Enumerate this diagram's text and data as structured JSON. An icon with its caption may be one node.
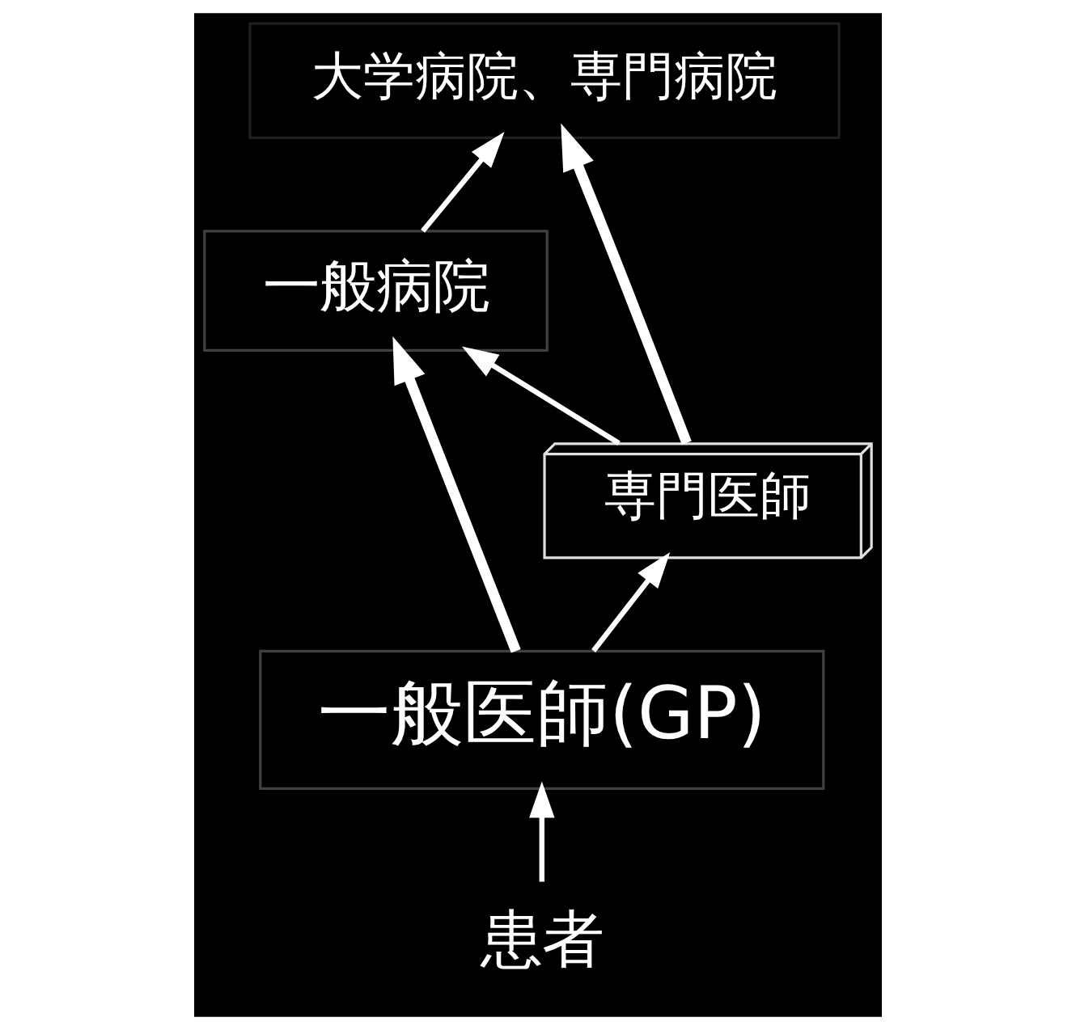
{
  "diagram": {
    "nodes": [
      {
        "text": [
          "大学病院、専門病院"
        ]
      },
      {
        "text": [
          "一般病院"
        ]
      },
      {
        "text": [
          "専門医師"
        ]
      },
      {
        "text": [
          "一般医師(GP)"
        ]
      },
      {
        "text": [
          "患者"
        ]
      }
    ],
    "edges": [
      {
        "from": 4,
        "to": 3,
        "arrow": "to"
      },
      {
        "from": 3,
        "to": 2,
        "arrow": "to"
      },
      {
        "from": 3,
        "to": 1,
        "arrow": "to",
        "style": "thick"
      },
      {
        "from": 2,
        "to": 1,
        "arrow": "to"
      },
      {
        "from": 1,
        "to": 0,
        "arrow": "to"
      },
      {
        "from": 2,
        "to": 0,
        "arrow": "to",
        "style": "thick"
      }
    ]
  }
}
